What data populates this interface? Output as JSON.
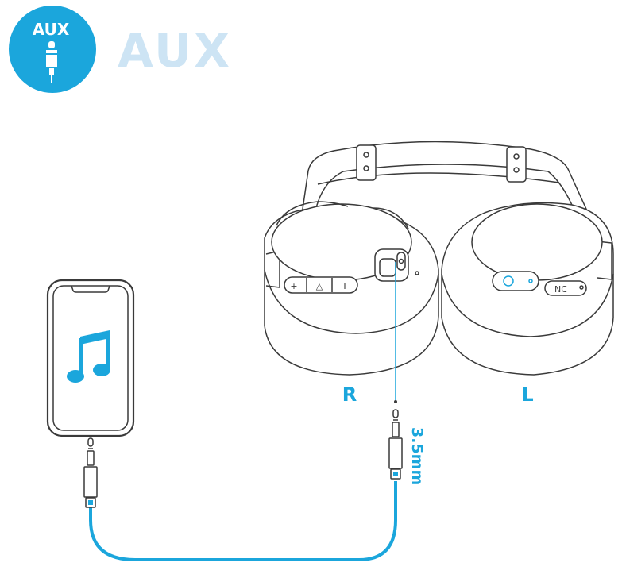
{
  "badge": {
    "label": "AUX"
  },
  "title": "AUX",
  "headphones": {
    "right_label": "R",
    "left_label": "L",
    "right_buttons": [
      "+",
      "△",
      "I"
    ],
    "left_nc_label": "NC"
  },
  "cable": {
    "jack_size_label": "3.5mm"
  },
  "colors": {
    "accent": "#1ba6dc",
    "title_light": "#cde4f4",
    "outline": "#3a3a3a"
  },
  "icons": {
    "badge": "aux-jack-icon",
    "phone_screen": "music-note-icon"
  }
}
